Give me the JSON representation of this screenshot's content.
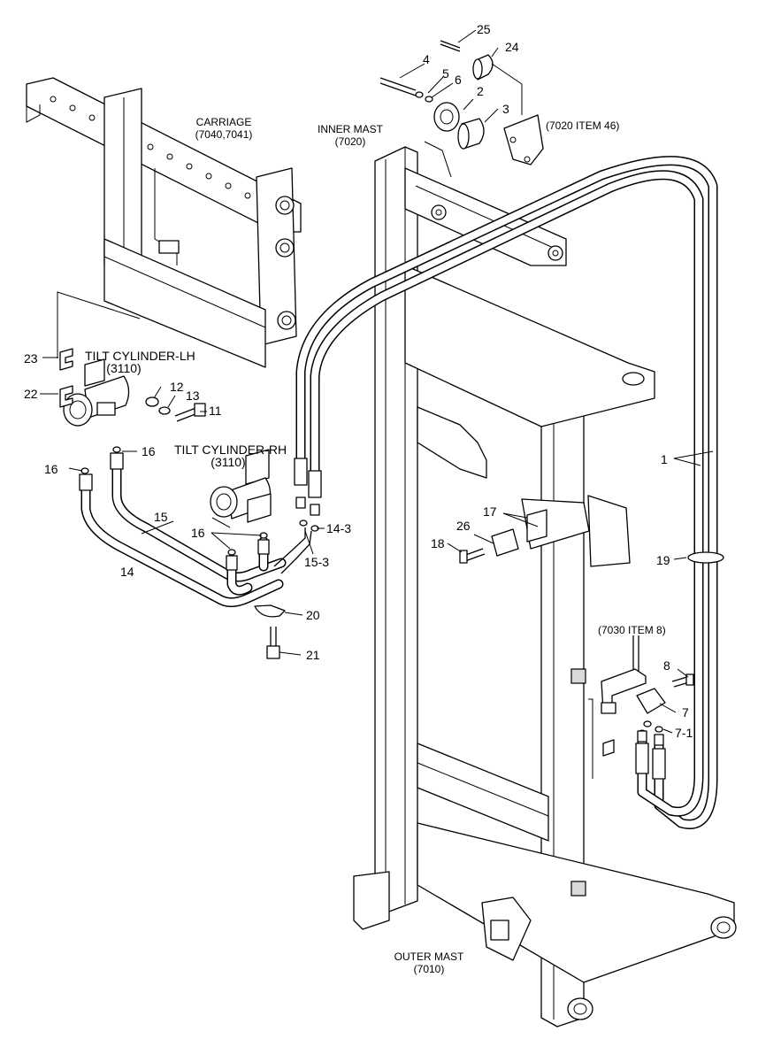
{
  "components": {
    "carriage": {
      "name": "CARRIAGE",
      "code": "(7040,7041)"
    },
    "inner_mast": {
      "name": "INNER MAST",
      "code": "(7020)"
    },
    "outer_mast": {
      "name": "OUTER MAST",
      "code": "(7010)"
    },
    "tilt_cylinder_lh": {
      "name": "TILT CYLINDER-LH",
      "code": "(3110)"
    },
    "tilt_cylinder_rh": {
      "name": "TILT CYLINDER-RH",
      "code": "(3110)"
    },
    "ref_7020": "(7020 ITEM 46)",
    "ref_7030": "(7030 ITEM 8)"
  },
  "callouts": {
    "c1": "1",
    "c2": "2",
    "c3": "3",
    "c4": "4",
    "c5": "5",
    "c6": "6",
    "c7": "7",
    "c7_1": "7-1",
    "c8": "8",
    "c11": "11",
    "c12": "12",
    "c13": "13",
    "c14": "14",
    "c14_3": "14-3",
    "c15": "15",
    "c15_3": "15-3",
    "c16a": "16",
    "c16b": "16",
    "c16c": "16",
    "c17": "17",
    "c18": "18",
    "c19": "19",
    "c20": "20",
    "c21": "21",
    "c22": "22",
    "c23": "23",
    "c24": "24",
    "c25": "25",
    "c26": "26"
  }
}
